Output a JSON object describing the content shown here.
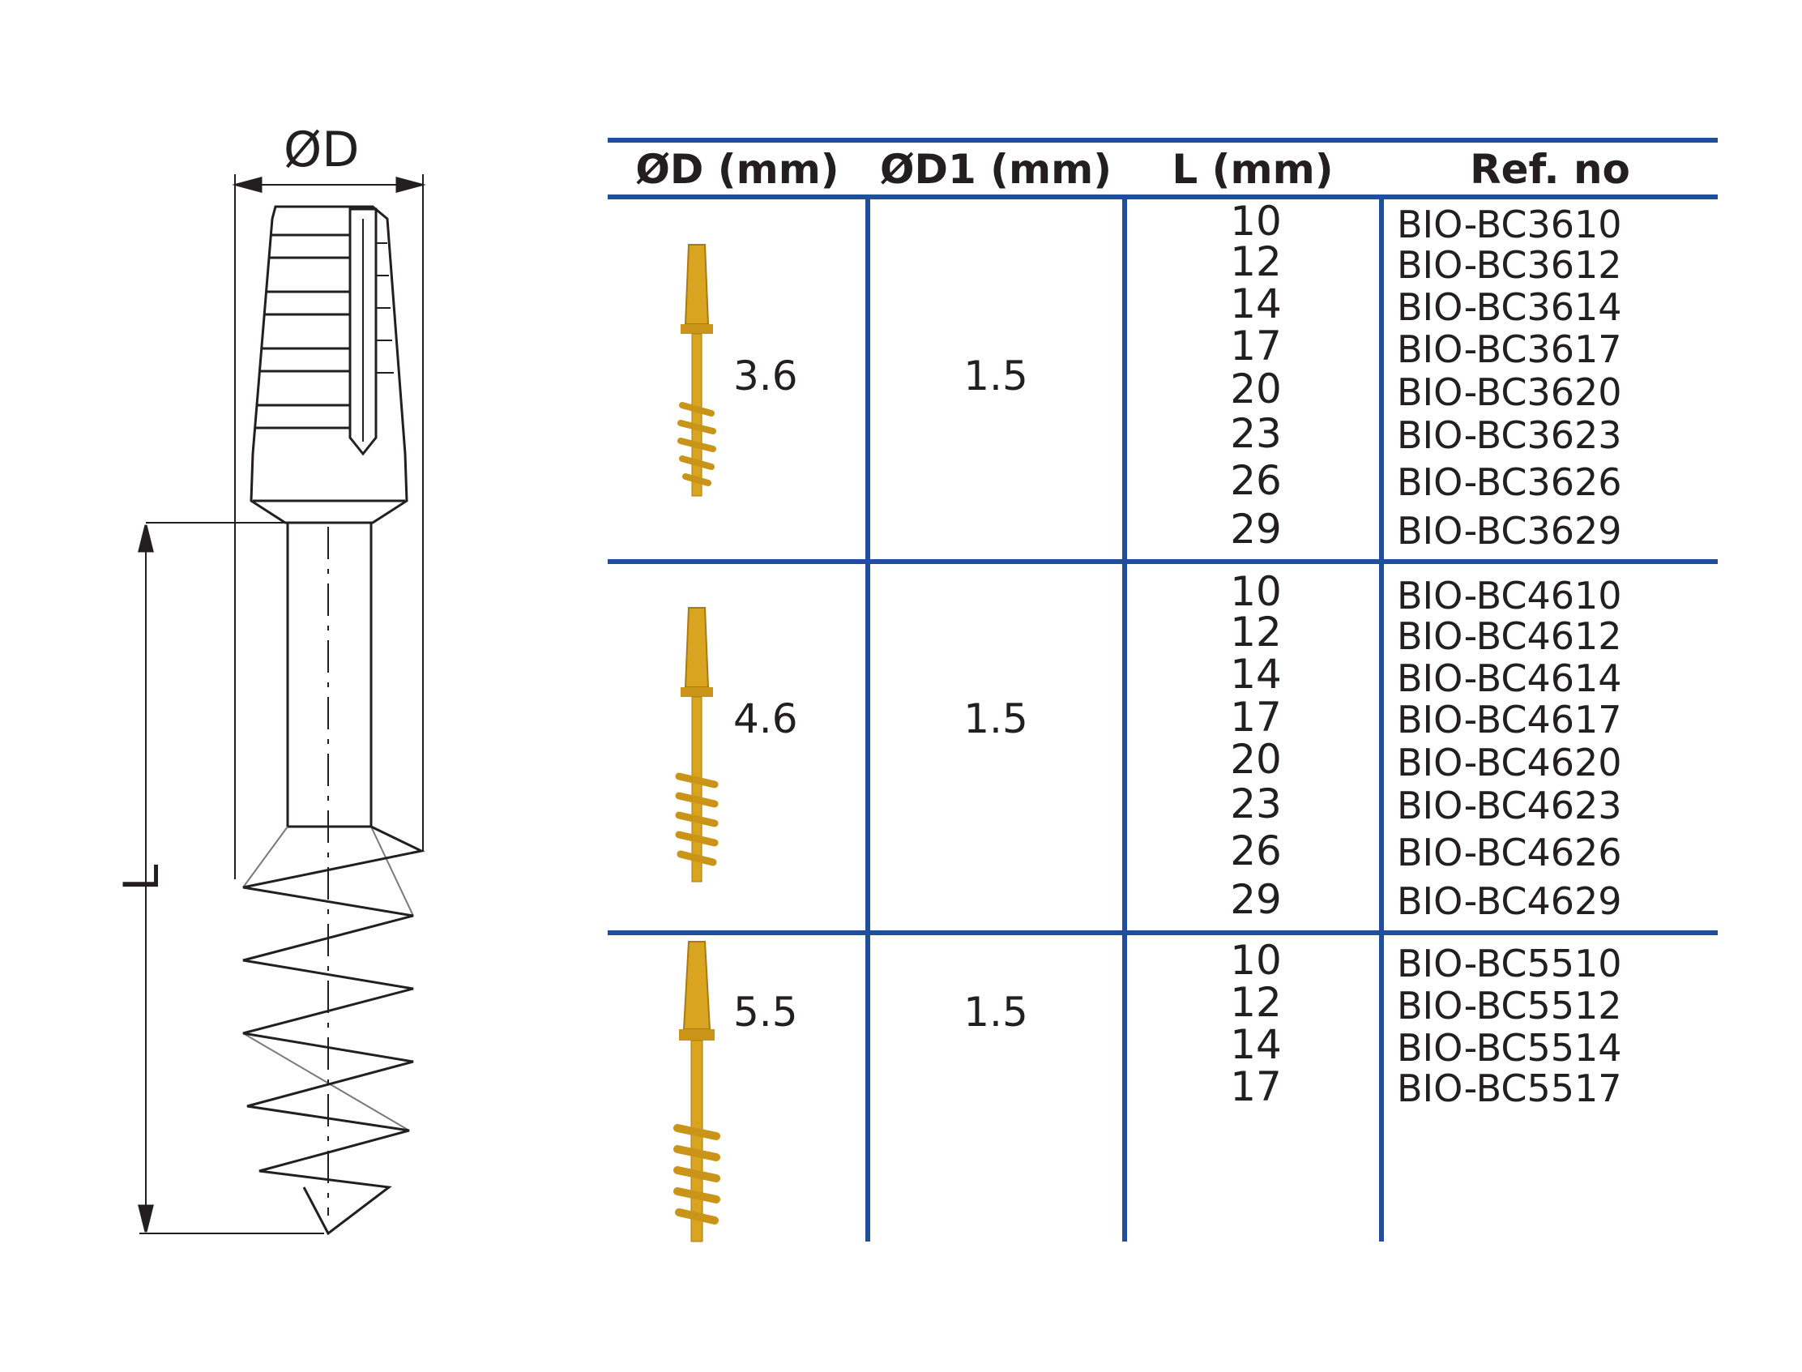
{
  "drawing_labels": {
    "diameter": "ØD",
    "length": "L"
  },
  "table": {
    "headers": [
      "ØD (mm)",
      "ØD1 (mm)",
      "L (mm)",
      "Ref. no"
    ],
    "groups": [
      {
        "d": "3.6",
        "d1": "1.5",
        "lengths": [
          "10",
          "12",
          "14",
          "17",
          "20",
          "23",
          "26",
          "29"
        ],
        "refs": [
          "BIO-BC3610",
          "BIO-BC3612",
          "BIO-BC3614",
          "BIO-BC3617",
          "BIO-BC3620",
          "BIO-BC3623",
          "BIO-BC3626",
          "BIO-BC3629"
        ]
      },
      {
        "d": "4.6",
        "d1": "1.5",
        "lengths": [
          "10",
          "12",
          "14",
          "17",
          "20",
          "23",
          "26",
          "29"
        ],
        "refs": [
          "BIO-BC4610",
          "BIO-BC4612",
          "BIO-BC4614",
          "BIO-BC4617",
          "BIO-BC4620",
          "BIO-BC4623",
          "BIO-BC4626",
          "BIO-BC4629"
        ]
      },
      {
        "d": "5.5",
        "d1": "1.5",
        "lengths": [
          "10",
          "12",
          "14",
          "17"
        ],
        "refs": [
          "BIO-BC5510",
          "BIO-BC5512",
          "BIO-BC5514",
          "BIO-BC5517"
        ]
      }
    ]
  },
  "colors": {
    "rule": "#1f4e9c",
    "text": "#231f20",
    "gold": "#d9a520"
  }
}
